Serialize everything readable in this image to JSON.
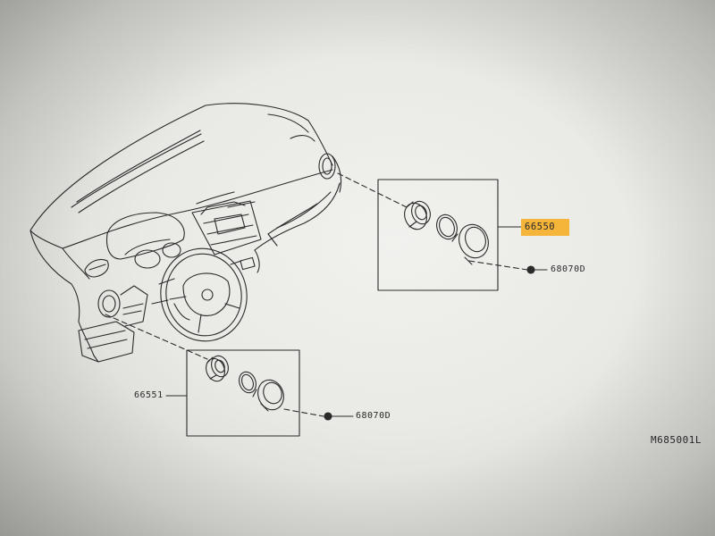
{
  "diagram": {
    "highlight_color": "#f5b43a",
    "line_color": "#2b2b2b",
    "callouts": {
      "upper_vent": "66550",
      "upper_clip": "68070D",
      "lower_vent": "66551",
      "lower_clip": "68070D"
    },
    "reference_code": "M685001L"
  }
}
